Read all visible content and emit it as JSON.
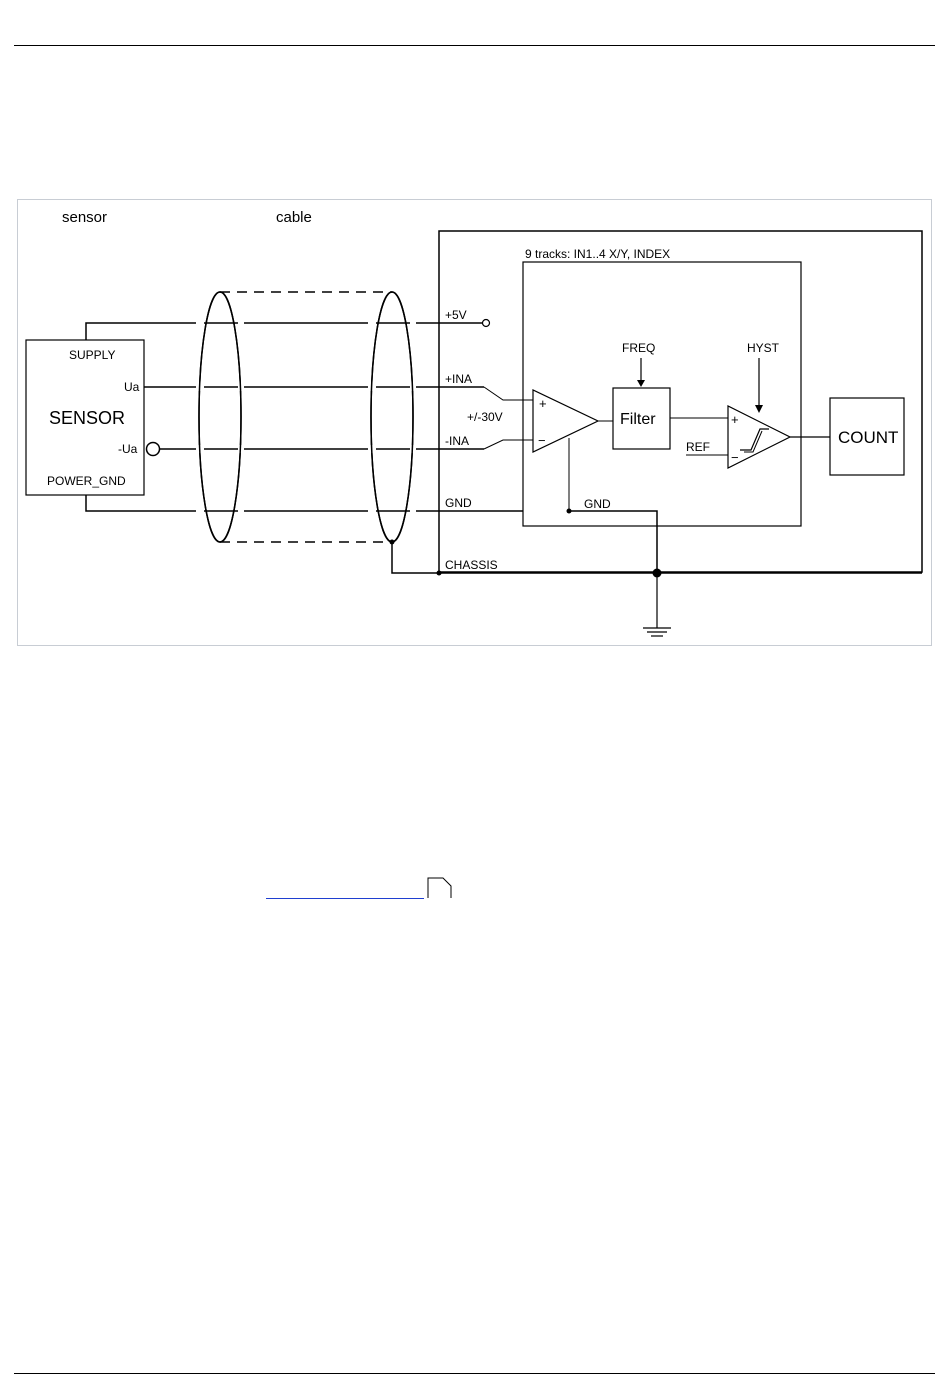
{
  "diagram": {
    "sensor_heading": "sensor",
    "cable_heading": "cable",
    "sensor_box": {
      "supply": "SUPPLY",
      "ua": "Ua",
      "title": "SENSOR",
      "neg_ua": "-Ua",
      "power_gnd": "POWER_GND"
    },
    "inner_title": "9 tracks: IN1..4 X/Y, INDEX",
    "signals": {
      "plus5v": "+5V",
      "plus_ina": "+INA",
      "minus_ina": "-INA",
      "gnd": "GND",
      "chassis": "CHASSIS",
      "range": "+/-30V",
      "gnd_inner": "GND"
    },
    "blocks": {
      "freq": "FREQ",
      "filter": "Filter",
      "hyst": "HYST",
      "ref": "REF",
      "count": "COUNT"
    },
    "amp_symbols": {
      "plus": "+",
      "minus": "−"
    }
  }
}
